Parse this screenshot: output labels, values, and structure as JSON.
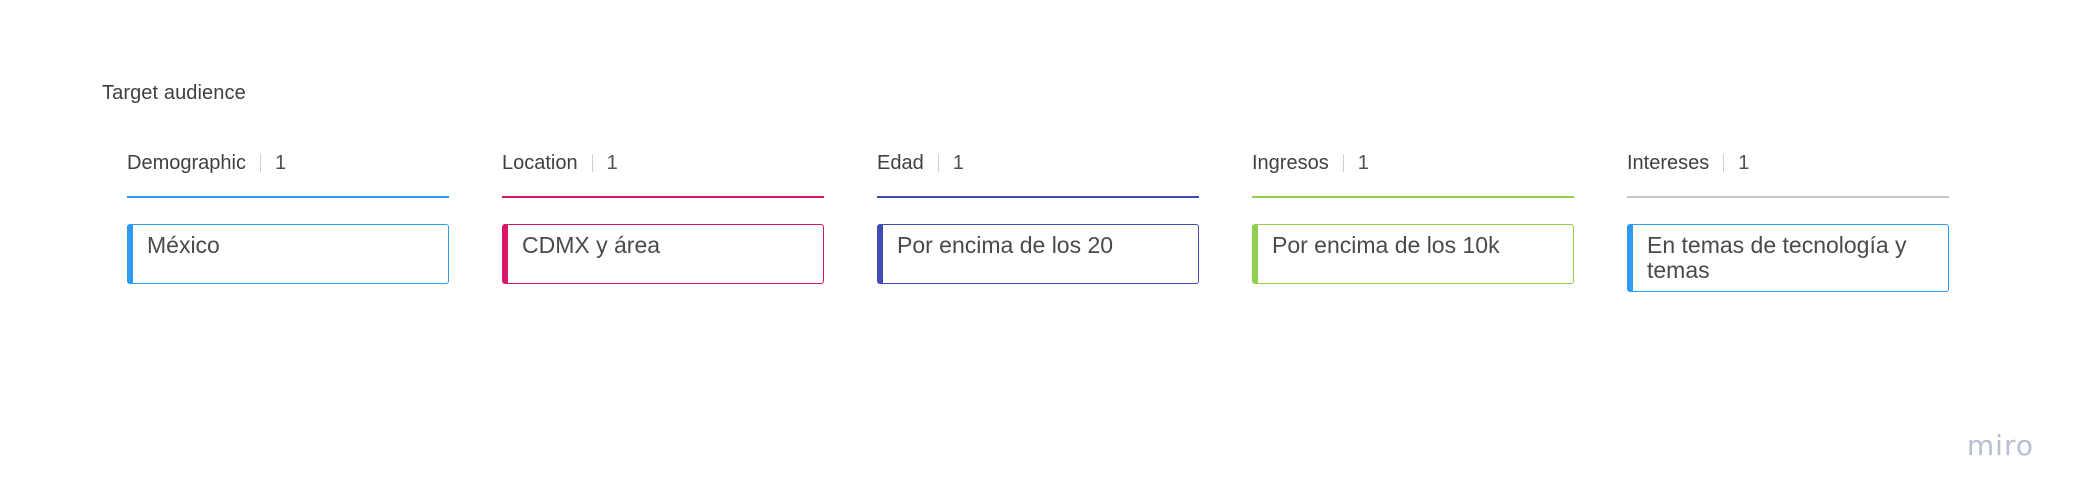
{
  "board": {
    "title": "Target audience",
    "watermark": "miro"
  },
  "columns": [
    {
      "name": "Demographic",
      "count": "1",
      "color": "#2d9bf0",
      "card_text": "México"
    },
    {
      "name": "Location",
      "count": "1",
      "color": "#d6186c",
      "card_text": "CDMX y área"
    },
    {
      "name": "Edad",
      "count": "1",
      "color": "#414bb2",
      "card_text": "Por encima de los 20"
    },
    {
      "name": "Ingresos",
      "count": "1",
      "color": "#8fd14f",
      "card_text": "Por encima de los 10k"
    },
    {
      "name": "Intereses",
      "count": "1",
      "color": "#c9c9c9",
      "card_text": "En temas de tecnología y temas",
      "card_border_color": "#2d9bf0"
    }
  ]
}
